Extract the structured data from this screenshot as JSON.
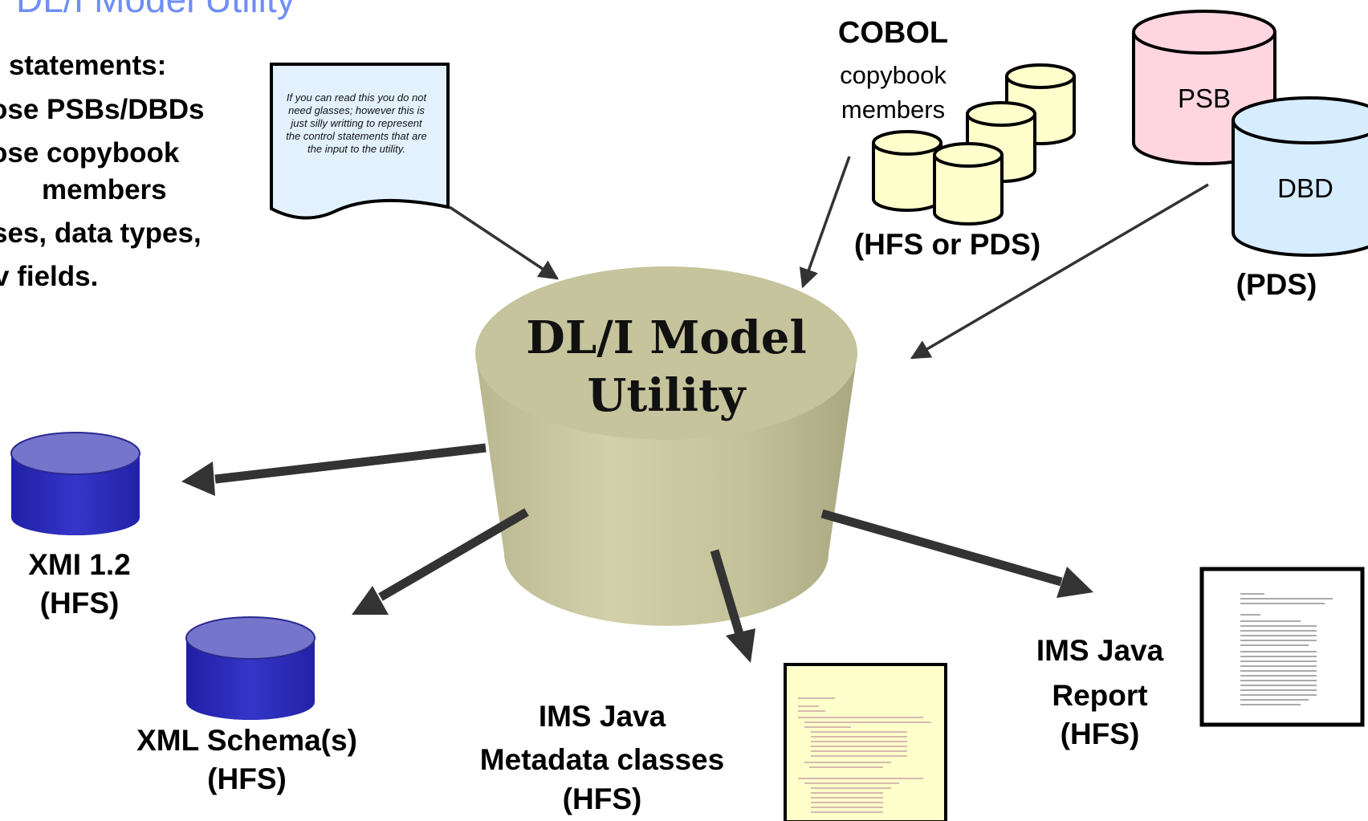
{
  "title": "DL/I Model Utility",
  "control_statements": {
    "lines": [
      "ol statements:",
      "ose PSBs/DBDs",
      "ose copybook",
      "members",
      "ses, data types,",
      "v fields."
    ]
  },
  "note_text": "If you can read this you do not need glasses; however this is just silly writting to represent the control statements that are the input to the utility.",
  "center": {
    "line1": "DL/I Model",
    "line2": "Utility"
  },
  "cobol": {
    "heading": "COBOL",
    "sub1": "copybook",
    "sub2": "members",
    "storage": "(HFS or PDS)"
  },
  "psb_label": "PSB",
  "dbd_label": "DBD",
  "pds_label": "(PDS)",
  "xmi": {
    "line1": "XMI 1.2",
    "line2": "(HFS)"
  },
  "xml_schema": {
    "line1": "XML Schema(s)",
    "line2": "(HFS)"
  },
  "metadata": {
    "line1": "IMS Java",
    "line2": "Metadata classes",
    "line3": "(HFS)"
  },
  "report": {
    "line1": "IMS Java",
    "line2": "Report",
    "line3": "(HFS)"
  },
  "colors": {
    "title": "#6f8ff5",
    "center_drum": "#c9c7a0",
    "copybook_fill": "#ffffcc",
    "psb_fill": "#ffd6e0",
    "dbd_fill": "#d6ecff",
    "blue_db": "#2a2ab8",
    "note_fill": "#e3f1ff"
  }
}
